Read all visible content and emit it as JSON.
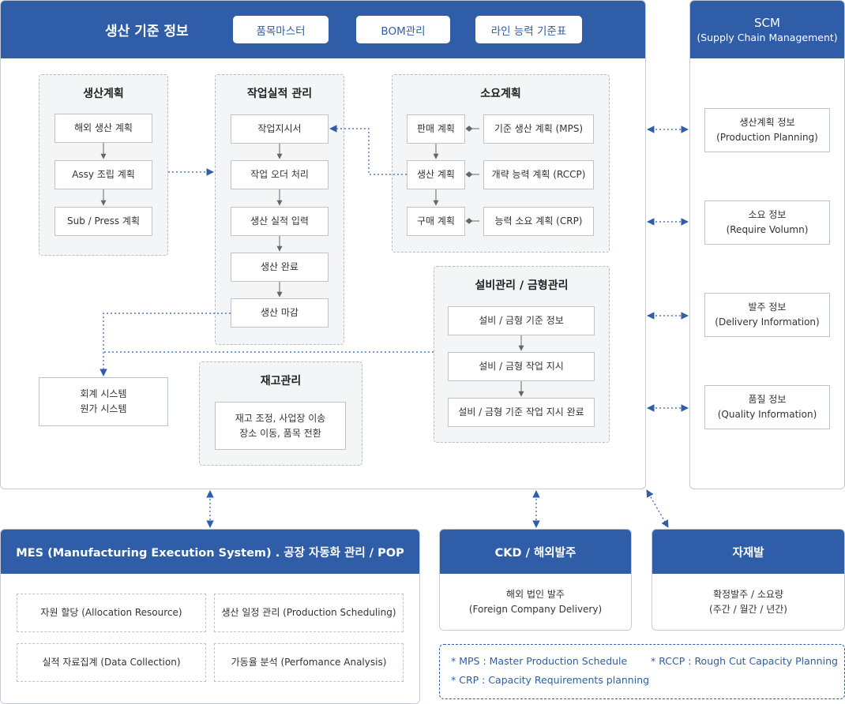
{
  "main": {
    "title": "생산 기준 정보",
    "tabs": [
      "품목마스터",
      "BOM관리",
      "라인 능력 기준표"
    ]
  },
  "groups": {
    "plan": {
      "title": "생산계획",
      "items": [
        "해외 생산 계획",
        "Assy 조립 계획",
        "Sub / Press 계획"
      ]
    },
    "work": {
      "title": "작업실적 관리",
      "items": [
        "작업지시서",
        "작업 오더 처리",
        "생산 실적 입력",
        "생산 완료",
        "생산 마감"
      ]
    },
    "demand": {
      "title": "소요계획",
      "left": [
        "판매 계획",
        "생산 계획",
        "구매 계획"
      ],
      "right": [
        "기준 생산 계획 (MPS)",
        "개략 능력 계획 (RCCP)",
        "능력 소요 계획 (CRP)"
      ]
    },
    "equip": {
      "title": "설비관리 / 금형관리",
      "items": [
        "설비 / 금형 기준 정보",
        "설비 / 금형 작업 지시",
        "설비 / 금형 기준 작업 지시 완료"
      ]
    },
    "stock": {
      "title": "재고관리",
      "item": "재고 조정, 사업장 이송\n장소 이동, 품목 전환"
    },
    "account": {
      "item": "회계 시스템\n원가 시스템"
    }
  },
  "scm": {
    "title": "SCM",
    "subtitle": "(Supply Chain Management)",
    "items": [
      "생산계획 정보\n(Production Planning)",
      "소요 정보\n(Require Volumn)",
      "발주 정보\n(Delivery Information)",
      "품질 정보\n(Quality Information)"
    ]
  },
  "mes": {
    "title": "MES (Manufacturing Execution System) . 공장 자동화 관리 / POP",
    "items": [
      "자원 할당 (Allocation Resource)",
      "생산 일정 관리 (Production Scheduling)",
      "실적 자료집계 (Data Collection)",
      "가동율 분석 (Perfomance Analysis)"
    ]
  },
  "ckd": {
    "title": "CKD / 해외발주",
    "body": "해외 법인 발주\n(Foreign Company Delivery)"
  },
  "material": {
    "title": "자재발",
    "body": "확정발주 / 소요량\n(주간 / 월간 / 년간)"
  },
  "notes": [
    "* MPS : Master Production Schedule",
    "* RCCP : Rough Cut Capacity Planning",
    "* CRP : Capacity Requirements planning"
  ],
  "colors": {
    "accent": "#2f5da8",
    "border": "#c5cad3",
    "group_bg": "#f4f5f7"
  }
}
